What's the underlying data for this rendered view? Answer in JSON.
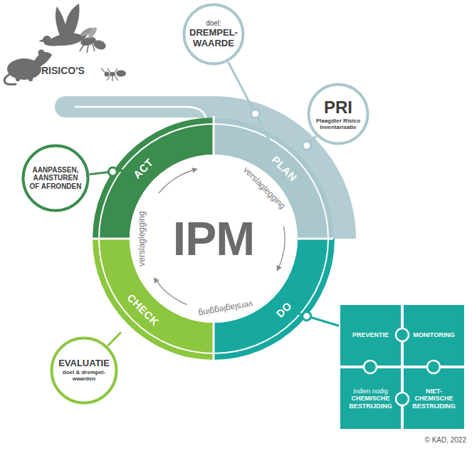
{
  "diagram": {
    "nodes": [
      {
        "text": [
          "doel:",
          "DREMPEL- WAARDE"
        ]
      },
      {
        "text": [
          "PRI",
          "Plaagdier Risico Inventarisatie"
        ]
      },
      {
        "text": [
          "AANPASSEN, AANSTUREN OF AFRONDEN"
        ]
      },
      {
        "text": [
          "ACT"
        ]
      },
      {
        "text": [
          "PLAN"
        ]
      },
      {
        "text": [
          "CHECK"
        ]
      },
      {
        "text": [
          "DO"
        ]
      },
      {
        "text": [
          "EVALUATIE",
          "doel & drempel- waarden"
        ]
      },
      {
        "text": [
          "PREVENTIE"
        ]
      },
      {
        "text": [
          "MONITORING"
        ]
      },
      {
        "text": [
          "indien nodig",
          "CHEMISCHE BESTRIJDING"
        ]
      },
      {
        "text": [
          "NIET- CHEMISCHE BESTRIJDING"
        ]
      }
    ],
    "edges": [
      {
        "from": 0,
        "to": 4,
        "arrow": "none"
      },
      {
        "from": 1,
        "to": 4,
        "arrow": "none"
      },
      {
        "from": 2,
        "to": 3,
        "arrow": "none"
      },
      {
        "from": 7,
        "to": 5,
        "arrow": "none"
      },
      {
        "from": 6,
        "to": 8,
        "arrow": "none"
      }
    ],
    "labels": [
      "RISICO'S",
      "IPM",
      "verslaglegging",
      "verslaglegging",
      "verslaglegging",
      "© KAD, 2022"
    ]
  }
}
